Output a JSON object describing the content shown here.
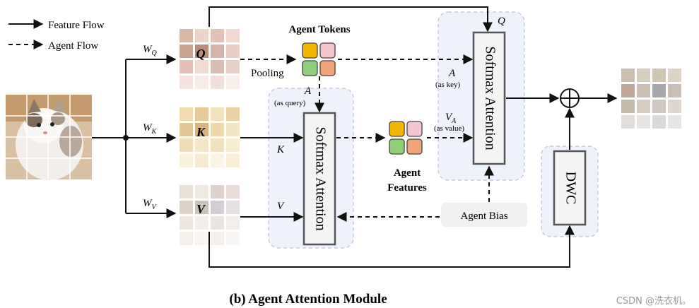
{
  "legend": {
    "feature_flow": "Feature Flow",
    "agent_flow": "Agent Flow"
  },
  "weights": {
    "wq": "W",
    "wq_sub": "Q",
    "wk": "W",
    "wk_sub": "K",
    "wv": "W",
    "wv_sub": "V"
  },
  "matrices": {
    "q": "Q",
    "k": "K",
    "v": "V"
  },
  "labels": {
    "agent_tokens": "Agent Tokens",
    "pooling": "Pooling",
    "a_query": "A",
    "a_query_note": "(as query)",
    "k_in": "K",
    "v_in": "V",
    "agent_features_1": "Agent",
    "agent_features_2": "Features",
    "q_top": "Q",
    "a_key": "A",
    "a_key_note": "(as key)",
    "va": "V",
    "va_sub": "A",
    "va_note": "(as value)",
    "agent_bias": "Agent Bias",
    "softmax_1": "Softmax Attention",
    "softmax_2": "Softmax Attention",
    "dwc": "DWC",
    "caption": "(b) Agent Attention Module",
    "watermark": "CSDN @洗衣机。"
  },
  "colors": {
    "q_grid": [
      "#d9b8a8",
      "#ecd4c8",
      "#e3c1b6",
      "#f0d9d0",
      "#c9a392",
      "#b98e7c",
      "#d5b4ad",
      "#e8d0c8",
      "#e2c3b5",
      "#f1dcd4",
      "#dcbdb3",
      "#ead1c8",
      "#f5e4de",
      "#f8ebe6",
      "#f2dfd9",
      "#f9eeea"
    ],
    "k_grid": [
      "#f0dcb0",
      "#e7c99a",
      "#f3e2bd",
      "#ecd3a6",
      "#e5c697",
      "#d9b37f",
      "#efd8ad",
      "#f5e6c6",
      "#f1ddb5",
      "#f6e7c9",
      "#f3e0bc",
      "#f8ecd2",
      "#faf1dd",
      "#f7eacf",
      "#fbf3e3",
      "#f9eed8"
    ],
    "v_grid": [
      "#e8e3d6",
      "#efeadf",
      "#ddd0cd",
      "#e8ddd9",
      "#dcd2c8",
      "#c9c3bb",
      "#d5cdd4",
      "#e6dfe3",
      "#eee7e0",
      "#f2eee9",
      "#ebe5e1",
      "#f3efec",
      "#f5f1ec",
      "#f8f5f2",
      "#f3f0ee",
      "#f9f7f5"
    ],
    "out_grid": [
      "#cbbfb0",
      "#d7cfbe",
      "#cfc6b4",
      "#ddd4c5",
      "#bfa898",
      "#cdbfb4",
      "#aaa8ad",
      "#c9bfb7",
      "#c6bba8",
      "#d7cdc0",
      "#d1c9bf",
      "#ddd7d0",
      "#e1dedb",
      "#e7e4e1",
      "#dcdad9",
      "#e8e6e4"
    ],
    "tokens": [
      "#f2b705",
      "#f5c6cf",
      "#8fcf7a",
      "#f3a57a"
    ],
    "region": "#eef2fa",
    "region_border": "#b9c3d8"
  }
}
